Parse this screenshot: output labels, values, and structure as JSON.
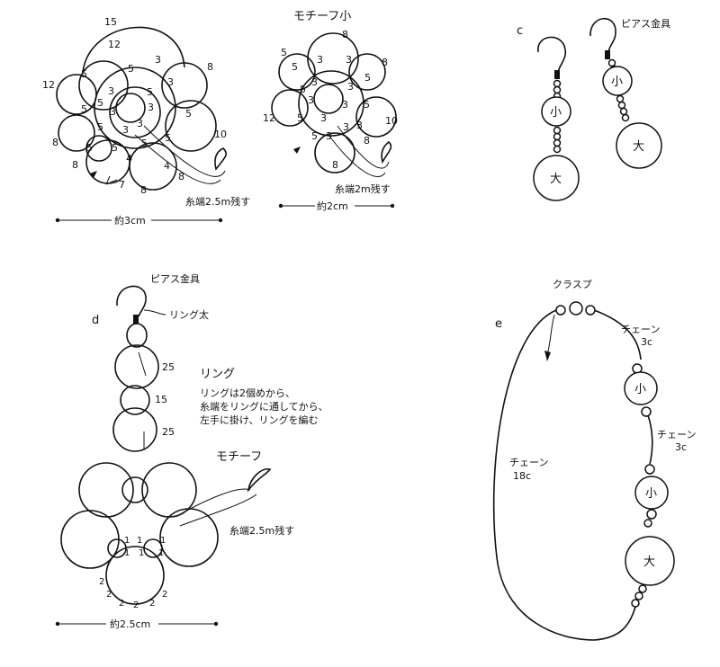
{
  "colors": {
    "ink": "#111111",
    "paper": "#ffffff"
  },
  "labels": {
    "motif_small_title": "モチーフ小",
    "size_3cm": "約3cm",
    "size_2cm": "約2cm",
    "size_2_5cm": "約2.5cm",
    "thread_25m_a": "糸端2.5m残す",
    "thread_2m": "糸端2m残す",
    "thread_25m_b": "糸端2.5m残す",
    "c": "c",
    "d": "d",
    "e": "e",
    "earring_hook_c": "ピアス金具",
    "earring_hook_d": "ピアス金具",
    "ring_thick": "リング太",
    "ring_title": "リング",
    "ring_note_1": "リングは2個めから、",
    "ring_note_2": "糸端をリングに通してから、",
    "ring_note_3": "左手に掛け、リングを編む",
    "motif": "モチーフ",
    "clasp": "クラスプ",
    "chain1_a": "チェーン",
    "chain1_b": "3c",
    "chain2_a": "チェーン",
    "chain2_b": "3c",
    "chain3_a": "チェーン",
    "chain3_b": "18c",
    "small": "小",
    "large": "大"
  },
  "motif_large_numbers": [
    "15",
    "12",
    "12",
    "8",
    "5",
    "5",
    "3",
    "3",
    "5",
    "5",
    "5",
    "5",
    "3",
    "3",
    "3",
    "3",
    "3",
    "5",
    "5",
    "8",
    "8",
    "10",
    "5",
    "5",
    "4",
    "4",
    "5",
    "8",
    "7",
    "8"
  ],
  "motif_small_numbers": [
    "8",
    "5",
    "3",
    "3",
    "8",
    "5",
    "5",
    "3",
    "3",
    "3",
    "3",
    "3",
    "5",
    "5",
    "12",
    "5",
    "3",
    "3",
    "5",
    "3",
    "8",
    "10",
    "8"
  ],
  "ring_d_numbers": [
    "25",
    "15",
    "25"
  ],
  "motif_d_numbers": [
    "1",
    "1",
    "1",
    "1",
    "1",
    "1",
    "2",
    "2",
    "2",
    "2",
    "2",
    "2"
  ]
}
